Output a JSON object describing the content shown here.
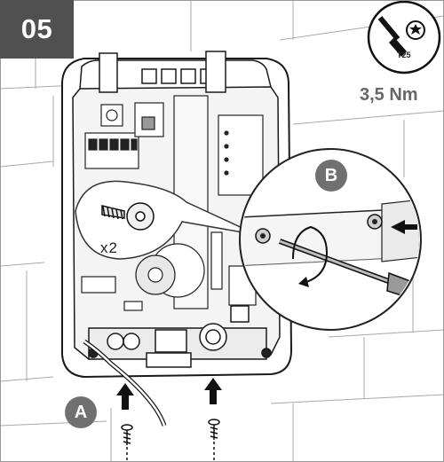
{
  "step": {
    "number": "05"
  },
  "tool": {
    "icon": "torx-screwdriver-icon",
    "bit_size": "T25"
  },
  "torque": {
    "value": "3,5 Nm"
  },
  "callouts": {
    "a_label": "A",
    "b_label": "B"
  },
  "screws": {
    "quantity": "x2"
  },
  "colors": {
    "badge_dark": "#505050",
    "callout_gray": "#707070",
    "torque_text": "#666666",
    "line": "#333333"
  }
}
